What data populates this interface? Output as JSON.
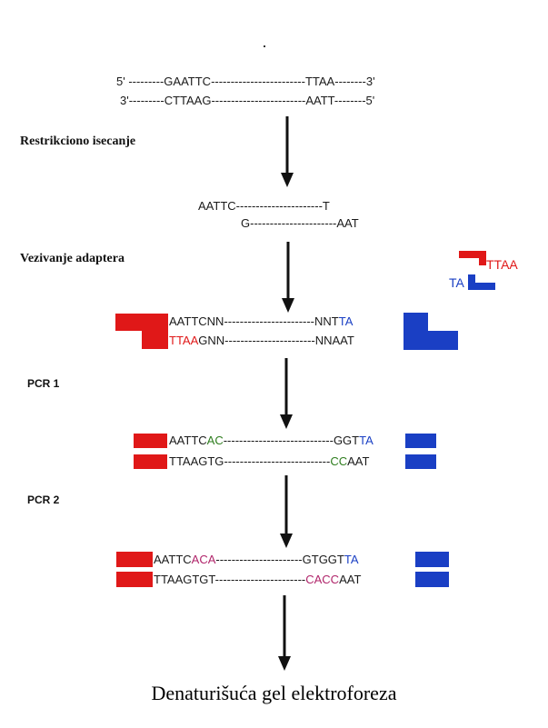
{
  "dna_top": {
    "five": "5' ---------",
    "site1": "GAATTC",
    "dash": "------------------------",
    "site2": "TTAA",
    "end": "--------3'"
  },
  "dna_bottom": {
    "three": "3'---------",
    "site1": "CTTAAG",
    "dash": "------------------------",
    "site2": "AATT",
    "end": "--------5'"
  },
  "step1_label": "Restrikciono isecanje",
  "cut_top": {
    "left": "AATTC",
    "dash": "----------------------",
    "right": "T"
  },
  "cut_bottom": {
    "left": "G",
    "dash": "----------------------",
    "right": "AAT"
  },
  "step2_label": "Vezivanje adaptera",
  "adapter_legend": {
    "red_text": "TTAA",
    "blue_text": "TA"
  },
  "lig_top": {
    "a": "AATTCNN",
    "dash": "-----------------------",
    "b": "NNT",
    "c": "TA"
  },
  "lig_bottom": {
    "a": "TTAA",
    "b": "GNN",
    "dash": "-----------------------",
    "c": "NNAAT"
  },
  "step3_label": "PCR 1",
  "pcr1_top": {
    "a": "AATTC",
    "b": "AC",
    "dash": "----------------------------",
    "c": "GGT",
    "d": "TA"
  },
  "pcr1_bottom": {
    "a": "TTAAGTG",
    "dash": "---------------------------",
    "b": "CC",
    "c": "AAT"
  },
  "step4_label": "PCR 2",
  "pcr2_top": {
    "a": "AATTC",
    "b": "ACA",
    "dash": "----------------------",
    "c": "GTGGT",
    "d": "TA"
  },
  "pcr2_bottom": {
    "a": "TTAAGTGT",
    "dash": "-----------------------",
    "b": "CACC",
    "c": "AAT"
  },
  "final_label": "Denaturišuća gel elektroforeza",
  "colors": {
    "red": "#e01818",
    "blue": "#1a3fc4",
    "green": "#2e7d1e",
    "magenta": "#b0246a"
  }
}
